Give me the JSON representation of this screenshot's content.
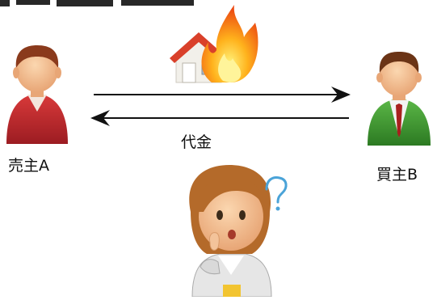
{
  "labels": {
    "seller": "売主A",
    "buyer": "買主B",
    "price": "代金"
  },
  "icons": {
    "seller": "seller-person-icon",
    "buyer": "buyer-person-icon",
    "property": "burning-house-icon",
    "observer": "thinking-woman-icon",
    "question": "question-mark-icon"
  },
  "colors": {
    "seller_shirt": "#c8262d",
    "buyer_jacket": "#3b8f2b",
    "flame": "#f07a10",
    "roof": "#d9402a",
    "question": "#4aa3d8",
    "arrow": "#111111"
  }
}
